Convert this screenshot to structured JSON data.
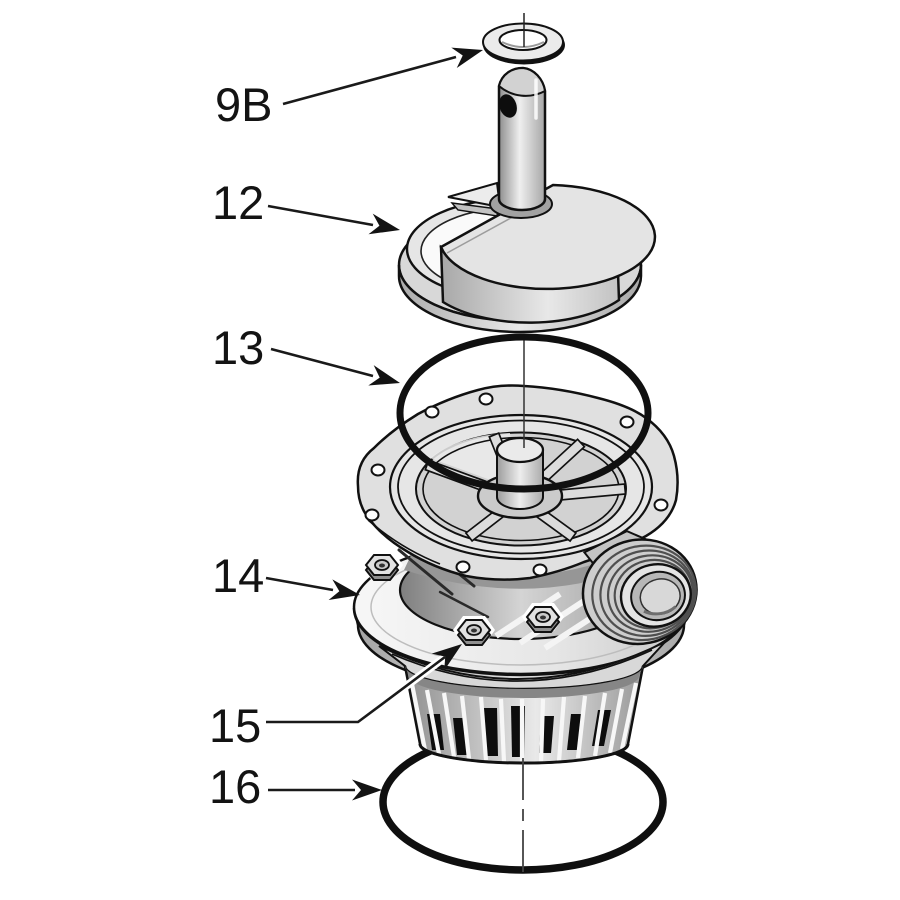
{
  "diagram": {
    "background": "#ffffff",
    "outline_color": "#111111",
    "colors": {
      "part_light": "#e8e8e8",
      "part_mid": "#c9c9c9",
      "part_dark": "#8a8a8a",
      "hole_black": "#0d0d0d"
    },
    "callouts": [
      {
        "label": "9B"
      },
      {
        "label": "12"
      },
      {
        "label": "13"
      },
      {
        "label": "14"
      },
      {
        "label": "15"
      },
      {
        "label": "16"
      }
    ]
  }
}
